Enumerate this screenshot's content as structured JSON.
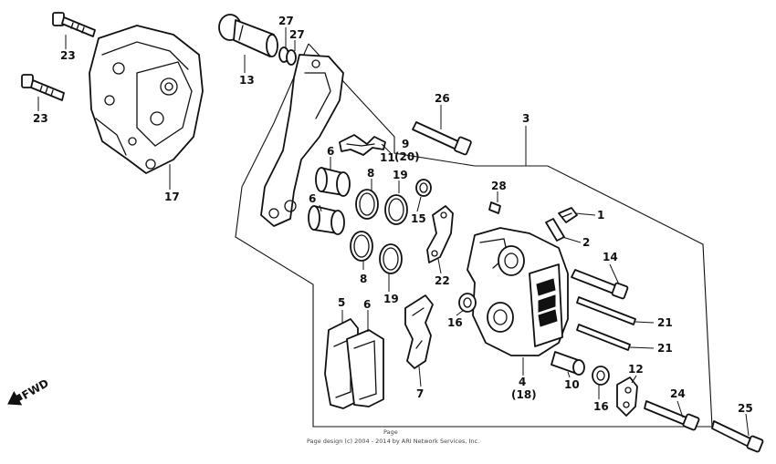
{
  "diagram": {
    "callouts": {
      "c23a": "23",
      "c23b": "23",
      "c17": "17",
      "c13": "13",
      "c27a": "27",
      "c27b": "27",
      "c26": "26",
      "c3": "3",
      "c9": "9",
      "c20": "(20)",
      "c11": "11",
      "c6a": "6",
      "c6b": "6",
      "c8a": "8",
      "c8b": "8",
      "c19a": "19",
      "c19b": "19",
      "c15": "15",
      "c28": "28",
      "c1": "1",
      "c2": "2",
      "c22": "22",
      "c14": "14",
      "c5": "5",
      "c6c": "6",
      "c16a": "16",
      "c21a": "21",
      "c21b": "21",
      "c7": "7",
      "c4": "4",
      "c18": "(18)",
      "c10": "10",
      "c12": "12",
      "c16b": "16",
      "c24": "24",
      "c25": "25"
    },
    "fwd_label": "FWD",
    "footer_top": "Page",
    "footer": "Page design (c) 2004 - 2014 by ARI Network Services, Inc."
  }
}
